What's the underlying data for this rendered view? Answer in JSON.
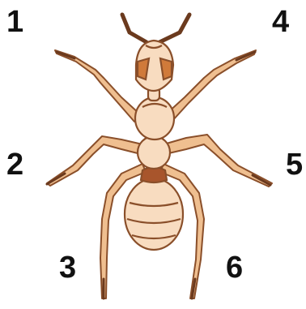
{
  "labels": {
    "leg_1": "1",
    "leg_2": "2",
    "leg_3": "3",
    "leg_4": "4",
    "leg_5": "5",
    "leg_6": "6"
  },
  "colors": {
    "body_fill": "#f8dcc0",
    "body_stroke": "#8a4f2a",
    "leg_fill": "#efbf90",
    "leg_dark": "#6b3a1e",
    "eye": "#d07a3a",
    "waist": "#a8552c",
    "label_text": "#111111"
  }
}
